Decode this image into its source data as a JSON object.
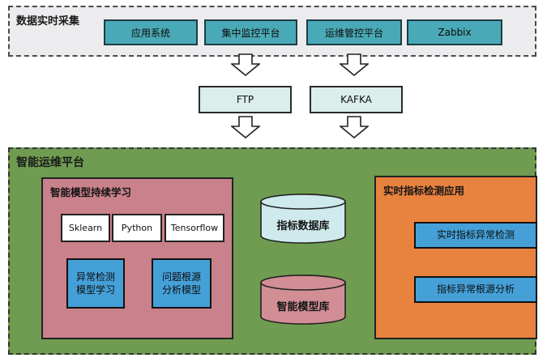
{
  "collection": {
    "title": "数据实时采集",
    "systems": [
      {
        "label": "应用系统"
      },
      {
        "label": "集中监控平台"
      },
      {
        "label": "运维管控平台"
      },
      {
        "label": "Zabbix"
      }
    ]
  },
  "transport": {
    "ftp_label": "FTP",
    "kafka_label": "KAFKA"
  },
  "platform": {
    "title": "智能运维平台",
    "learning": {
      "title": "智能模型持续学习",
      "frameworks": [
        {
          "label": "Sklearn"
        },
        {
          "label": "Python"
        },
        {
          "label": "Tensorflow"
        }
      ],
      "models": [
        {
          "line1": "异常检测",
          "line2": "模型学习"
        },
        {
          "line1": "问题根源",
          "line2": "分析模型"
        }
      ]
    },
    "databases": [
      {
        "label": "指标数据库",
        "color": "#cfeaec"
      },
      {
        "label": "智能模型库",
        "color": "#d28e95"
      }
    ],
    "detection": {
      "title": "实时指标检测应用",
      "apps": [
        {
          "label": "实时指标异常检测"
        },
        {
          "label": "指标异常根源分析"
        }
      ]
    }
  },
  "colors": {
    "collector_bg": "#ececee",
    "system_box": "#4aa9b6",
    "transport_box": "#daeeec",
    "platform_bg": "#6f9c51",
    "learning_panel": "#c9818b",
    "detection_panel": "#e8823f",
    "module_box": "#45a0d8"
  }
}
